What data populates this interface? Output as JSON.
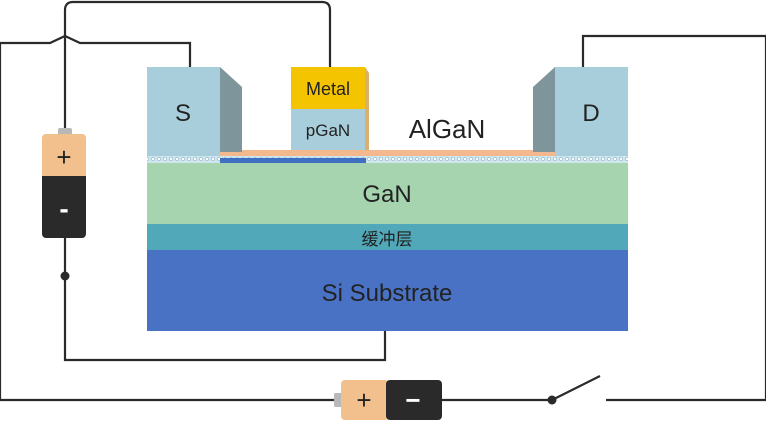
{
  "labels": {
    "source": "S",
    "drain": "D",
    "metal": "Metal",
    "pgan": "pGaN",
    "algan": "AlGaN",
    "gan": "GaN",
    "buffer": "缓冲层",
    "substrate": "Si Substrate"
  },
  "batteries": {
    "gate_battery": {
      "positive": "+",
      "negative": "-"
    },
    "drain_battery": {
      "positive": "+",
      "negative": "−"
    }
  },
  "colors": {
    "electrode": "#a8cedb",
    "electrode_side": "#7f959c",
    "metal": "#f5c400",
    "pgan": "#a8cedb",
    "algan_strip": "#f4b88e",
    "gan": "#a6d4ae",
    "buffer": "#50a8b8",
    "substrate": "#4a72c4",
    "battery_positive": "#f2c08c",
    "battery_negative": "#2a2a2a",
    "wire": "#2a2a2a"
  }
}
